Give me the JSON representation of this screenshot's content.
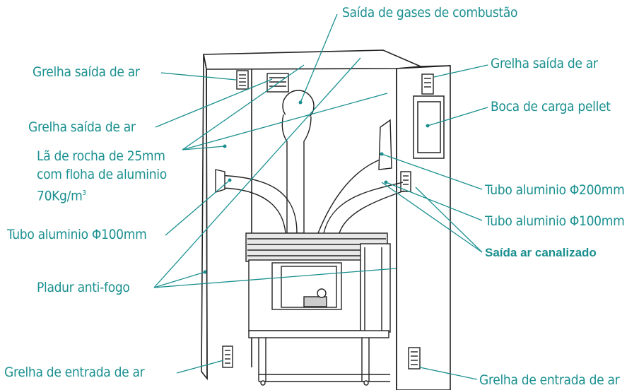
{
  "labels": {
    "gas_exhaust": "Saída de gases de combustão",
    "grille_out_left": "Grelha saída de ar",
    "grille_out_left2": "Grelha saída de ar",
    "grille_out_right": "Grelha saída de ar",
    "pellet_hatch": "Boca de carga pellet",
    "rockwool_l1": "Lã de rocha de 25mm",
    "rockwool_l2": "com floha de aluminio",
    "rockwool_l3": "70Kg/m",
    "rockwool_sup": "3",
    "tube_left": "Tubo aluminio Φ100mm",
    "tube_200": "Tubo aluminio Φ200mm",
    "tube_100_right": "Tubo aluminio Φ100mm",
    "ducted_air": "Saída ar canalizado",
    "fire_plaster": "Pladur anti-fogo",
    "grille_in_left": "Grelha de entrada de ar",
    "grille_in_right": "Grelha de entrada de ar"
  },
  "colors": {
    "label": "#1a8f8f",
    "leader": "#1a8f8f",
    "drawing": "#222222"
  }
}
